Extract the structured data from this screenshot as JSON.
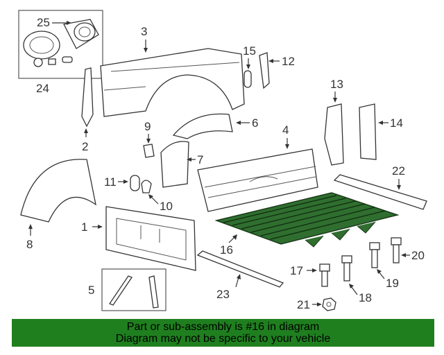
{
  "callouts": [
    "1",
    "2",
    "3",
    "4",
    "5",
    "6",
    "7",
    "8",
    "9",
    "10",
    "11",
    "12",
    "13",
    "14",
    "15",
    "16",
    "17",
    "18",
    "19",
    "20",
    "21",
    "22",
    "23",
    "24",
    "25"
  ],
  "highlight_color": "#2f6e2f",
  "footer": {
    "background": "#1f7f1f",
    "line1": "Part or sub-assembly is #16 in diagram",
    "line2": "Diagram may not be specific to your vehicle"
  }
}
